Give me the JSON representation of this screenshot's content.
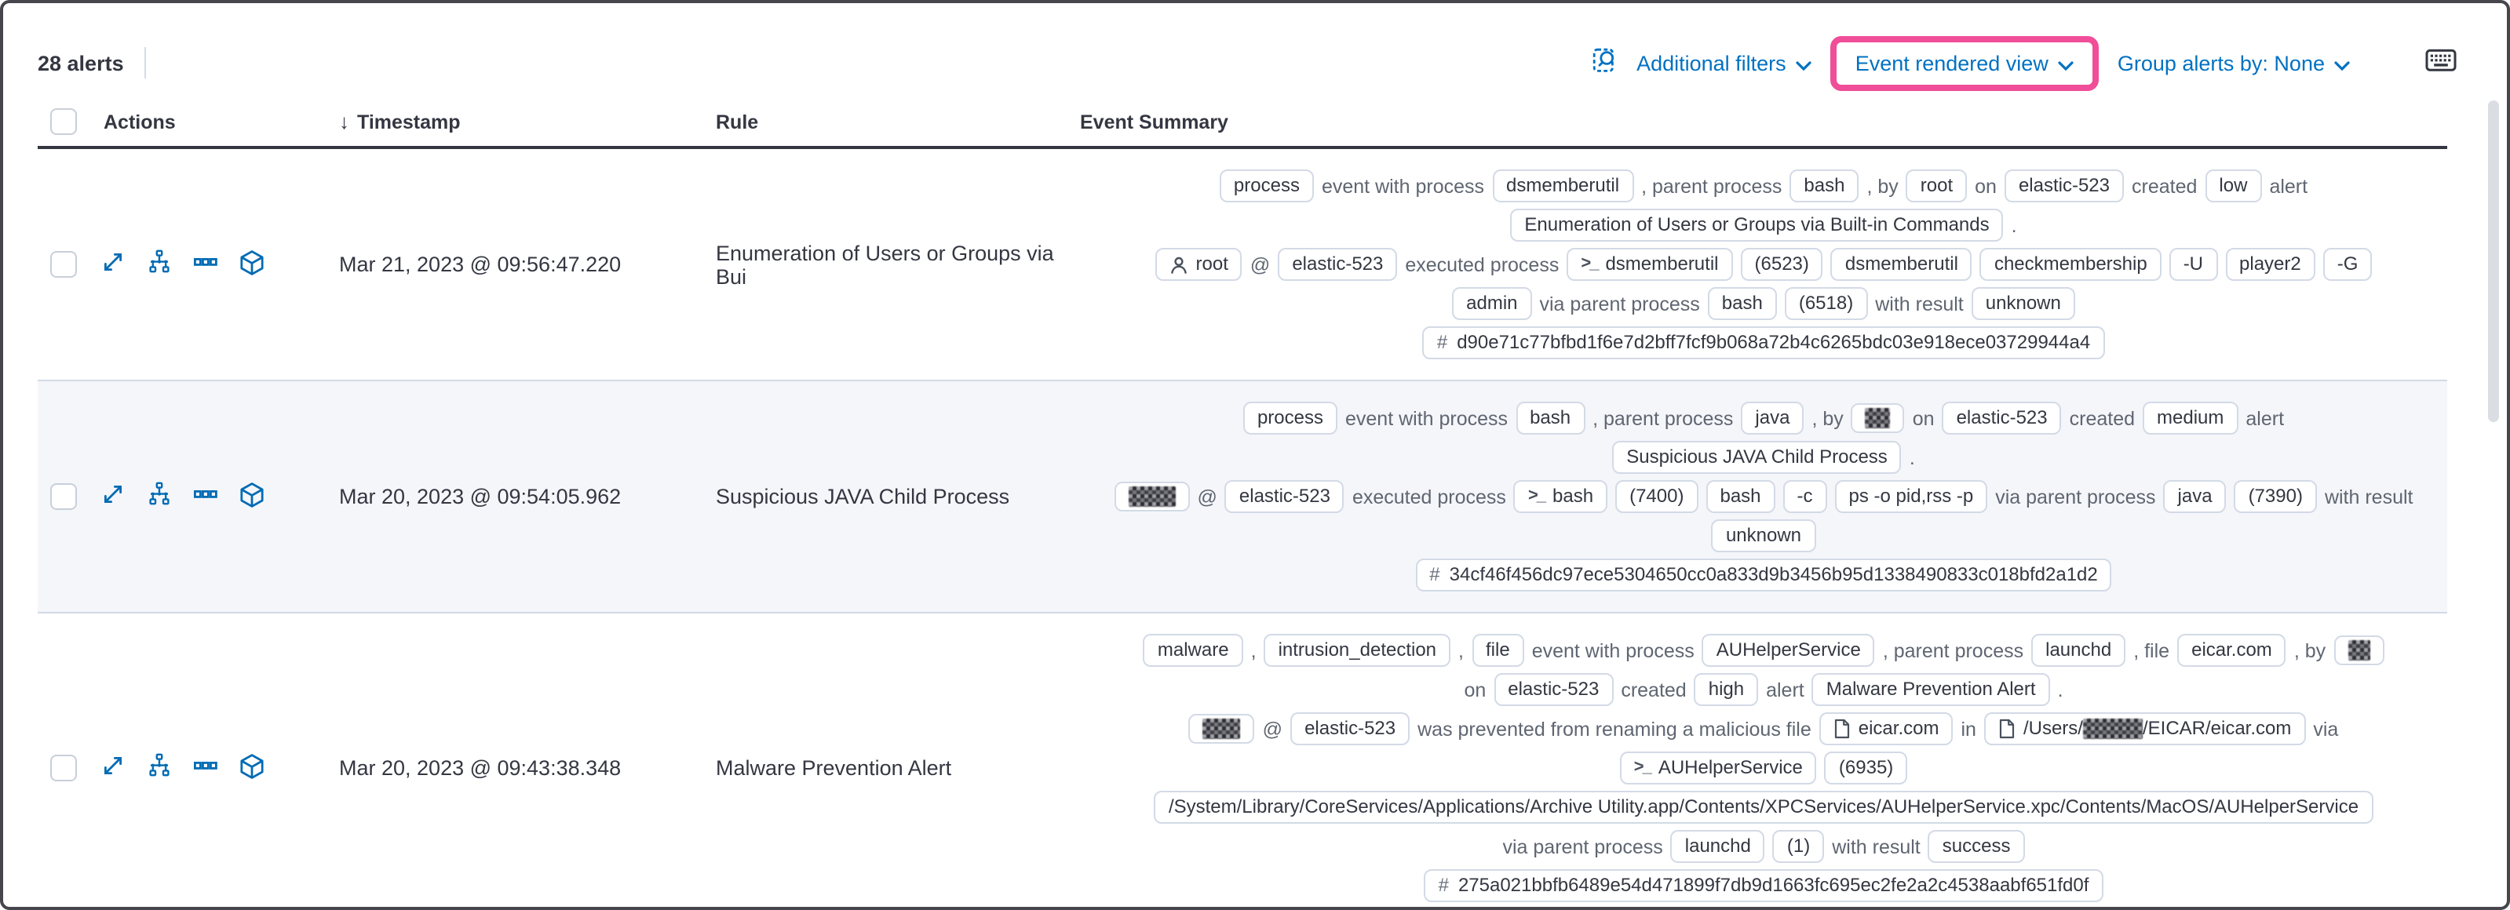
{
  "colors": {
    "link_blue": "#0071C2",
    "icon_blue": "#006BB4",
    "highlight_pink": "#F04E98",
    "stripe_row": "#F5F6FA",
    "badge_border": "#D3DAE6",
    "text_dark": "#343741",
    "text_subdued": "#5F6671"
  },
  "toolbar": {
    "alert_count": "28 alerts",
    "inspect_icon": "inspect-icon",
    "additional_filters": "Additional filters",
    "view_selector": "Event rendered view",
    "group_alerts": "Group alerts by: None",
    "keyboard_icon": "keyboard-icon",
    "chevron_icon": "chevron-down-icon"
  },
  "table": {
    "columns": {
      "actions": "Actions",
      "timestamp": "Timestamp",
      "rule": "Rule",
      "summary": "Event Summary"
    },
    "sort_icon": "sort-down-icon",
    "action_icons": [
      {
        "name": "expand-alert-button",
        "icon": "expand"
      },
      {
        "name": "analyze-event-button",
        "icon": "analyzer"
      },
      {
        "name": "more-actions-button",
        "icon": "boxes"
      },
      {
        "name": "open-session-view-button",
        "icon": "cube"
      }
    ],
    "rows": [
      {
        "timestamp": "Mar 21, 2023 @ 09:56:47.220",
        "rule": "Enumeration of Users or Groups via Bui",
        "striped": false,
        "lines": [
          [
            {
              "b": "process"
            },
            {
              "t": "event with process"
            },
            {
              "b": "dsmemberutil"
            },
            {
              "t": ", parent process"
            },
            {
              "b": "bash"
            },
            {
              "t": ", by"
            },
            {
              "b": "root"
            },
            {
              "t": "on"
            },
            {
              "b": "elastic-523"
            },
            {
              "t": "created"
            },
            {
              "b": "low"
            },
            {
              "t": "alert"
            }
          ],
          [
            {
              "b": "Enumeration of Users or Groups via Built-in Commands"
            },
            {
              "t": "."
            }
          ],
          [
            {
              "b": "root",
              "i": "user"
            },
            {
              "t": "@"
            },
            {
              "b": "elastic-523"
            },
            {
              "t": "executed process"
            },
            {
              "b": "dsmemberutil",
              "i": "terminal"
            },
            {
              "b": "(6523)"
            },
            {
              "b": "dsmemberutil"
            },
            {
              "b": "checkmembership"
            },
            {
              "b": "-U"
            },
            {
              "b": "player2"
            },
            {
              "b": "-G"
            }
          ],
          [
            {
              "b": "admin"
            },
            {
              "t": "via parent process"
            },
            {
              "b": "bash"
            },
            {
              "b": "(6518)"
            },
            {
              "t": "with result"
            },
            {
              "b": "unknown"
            }
          ],
          [
            {
              "b": "d90e71c77bfbd1f6e7d2bff7fcf9b068a72b4c6265bdc03e918ece03729944a4",
              "i": "hash"
            }
          ]
        ]
      },
      {
        "timestamp": "Mar 20, 2023 @ 09:54:05.962",
        "rule": "Suspicious JAVA Child Process",
        "striped": true,
        "lines": [
          [
            {
              "b": "process"
            },
            {
              "t": "event with process"
            },
            {
              "b": "bash"
            },
            {
              "t": ", parent process"
            },
            {
              "b": "java"
            },
            {
              "t": ", by"
            },
            {
              "b": "",
              "r": 16
            },
            {
              "t": "on"
            },
            {
              "b": "elastic-523"
            },
            {
              "t": "created"
            },
            {
              "b": "medium"
            },
            {
              "t": "alert"
            }
          ],
          [
            {
              "b": "Suspicious JAVA Child Process"
            },
            {
              "t": "."
            }
          ],
          [
            {
              "b": "",
              "r": 30
            },
            {
              "t": "@"
            },
            {
              "b": "elastic-523"
            },
            {
              "t": "executed process"
            },
            {
              "b": "bash",
              "i": "terminal"
            },
            {
              "b": "(7400)"
            },
            {
              "b": "bash"
            },
            {
              "b": "-c"
            },
            {
              "b": "ps -o pid,rss -p"
            },
            {
              "t": "via parent process"
            },
            {
              "b": "java"
            },
            {
              "b": "(7390)"
            },
            {
              "t": "with result"
            }
          ],
          [
            {
              "b": "unknown"
            }
          ],
          [
            {
              "b": "34cf46f456dc97ece5304650cc0a833d9b3456b95d1338490833c018bfd2a1d2",
              "i": "hash"
            }
          ]
        ]
      },
      {
        "timestamp": "Mar 20, 2023 @ 09:43:38.348",
        "rule": "Malware Prevention Alert",
        "striped": false,
        "lines": [
          [
            {
              "b": "malware"
            },
            {
              "t": ","
            },
            {
              "b": "intrusion_detection"
            },
            {
              "t": ","
            },
            {
              "b": "file"
            },
            {
              "t": "event with process"
            },
            {
              "b": "AUHelperService"
            },
            {
              "t": ", parent process"
            },
            {
              "b": "launchd"
            },
            {
              "t": ", file"
            },
            {
              "b": "eicar.com"
            },
            {
              "t": ", by"
            },
            {
              "b": "",
              "r": 14
            }
          ],
          [
            {
              "t": "on"
            },
            {
              "b": "elastic-523"
            },
            {
              "t": "created"
            },
            {
              "b": "high"
            },
            {
              "t": "alert"
            },
            {
              "b": "Malware Prevention Alert"
            },
            {
              "t": "."
            }
          ],
          [
            {
              "b": "",
              "r": 24
            },
            {
              "t": "@"
            },
            {
              "b": "elastic-523"
            },
            {
              "t": "was prevented from renaming a malicious file"
            },
            {
              "b": "eicar.com",
              "i": "file"
            },
            {
              "t": "in"
            },
            {
              "b": "",
              "i": "file",
              "parts": [
                {
                  "t": "/Users/"
                },
                {
                  "r": 38
                },
                {
                  "t": "/EICAR/eicar.com"
                }
              ]
            },
            {
              "t": "via"
            }
          ],
          [
            {
              "b": "AUHelperService",
              "i": "terminal"
            },
            {
              "b": "(6935)"
            }
          ],
          [
            {
              "b": "/System/Library/CoreServices/Applications/Archive Utility.app/Contents/XPCServices/AUHelperService.xpc/Contents/MacOS/AUHelperService"
            }
          ],
          [
            {
              "t": "via parent process"
            },
            {
              "b": "launchd"
            },
            {
              "b": "(1)"
            },
            {
              "t": "with result"
            },
            {
              "b": "success"
            }
          ],
          [
            {
              "b": "275a021bbfb6489e54d471899f7db9d1663fc695ec2fe2a2c4538aabf651fd0f",
              "i": "hash"
            }
          ]
        ]
      }
    ]
  }
}
